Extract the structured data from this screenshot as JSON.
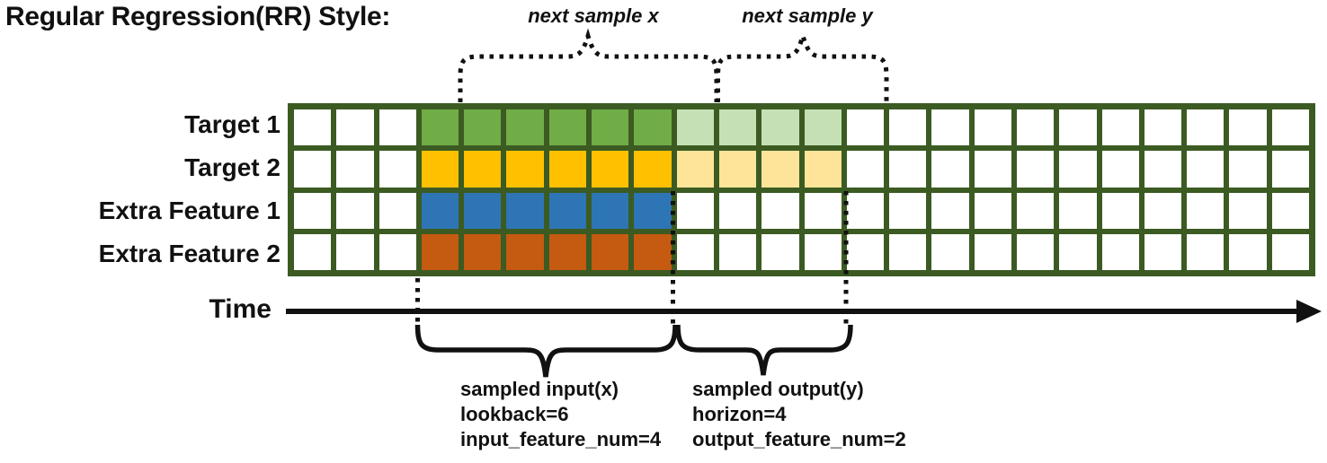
{
  "title": "Regular Regression(RR) Style:",
  "palette": {
    "ink": "#111111",
    "grid_border": "#3B5B22",
    "target1_input": "#70AD47",
    "target1_output": "#C5E0B4",
    "target2_input": "#FFC000",
    "target2_output": "#FDE499",
    "extra1_input": "#2E75B6",
    "extra2_input": "#C55A11"
  },
  "grid": {
    "columns": 24,
    "input_start_col": 3,
    "lookback": 6,
    "horizon": 4,
    "rows": [
      {
        "label": "Target 1",
        "input_color": "#70AD47",
        "output_color": "#C5E0B4"
      },
      {
        "label": "Target 2",
        "input_color": "#FFC000",
        "output_color": "#FDE499"
      },
      {
        "label": "Extra Feature 1",
        "input_color": "#2E75B6",
        "output_color": null
      },
      {
        "label": "Extra Feature 2",
        "input_color": "#C55A11",
        "output_color": null
      }
    ]
  },
  "annotations": {
    "next_sample_x": "next sample x",
    "next_sample_y": "next sample y",
    "time_label": "Time",
    "input_lines": [
      "sampled input(x)",
      "lookback=6",
      "input_feature_num=4"
    ],
    "output_lines": [
      "sampled output(y)",
      "horizon=4",
      "output_feature_num=2"
    ]
  }
}
